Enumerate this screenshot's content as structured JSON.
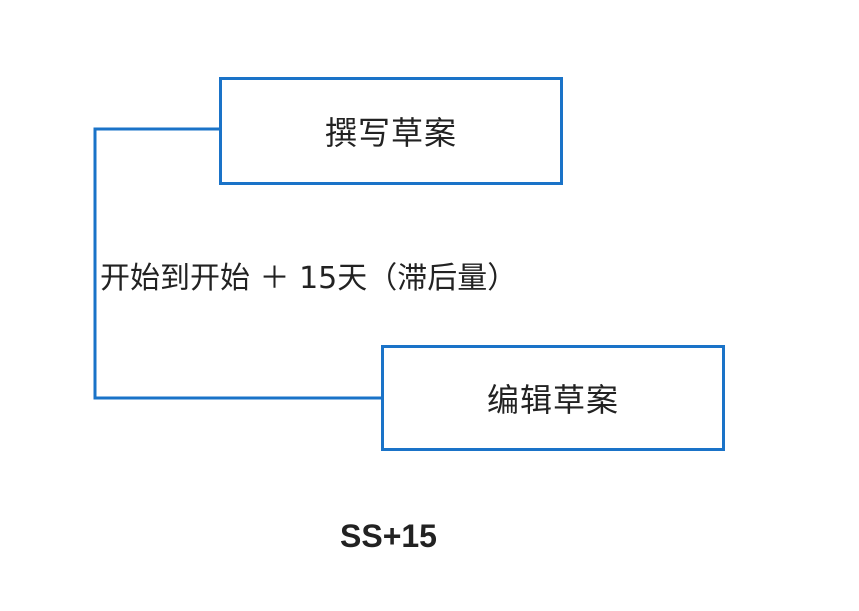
{
  "diagram": {
    "predecessor_task": "撰写草案",
    "successor_task": "编辑草案",
    "relationship_label": "开始到开始 ＋ 15天（滞后量）",
    "notation": "SS+15"
  },
  "colors": {
    "box_border": "#1a73c8",
    "connector": "#1a73c8",
    "text": "#222222"
  }
}
